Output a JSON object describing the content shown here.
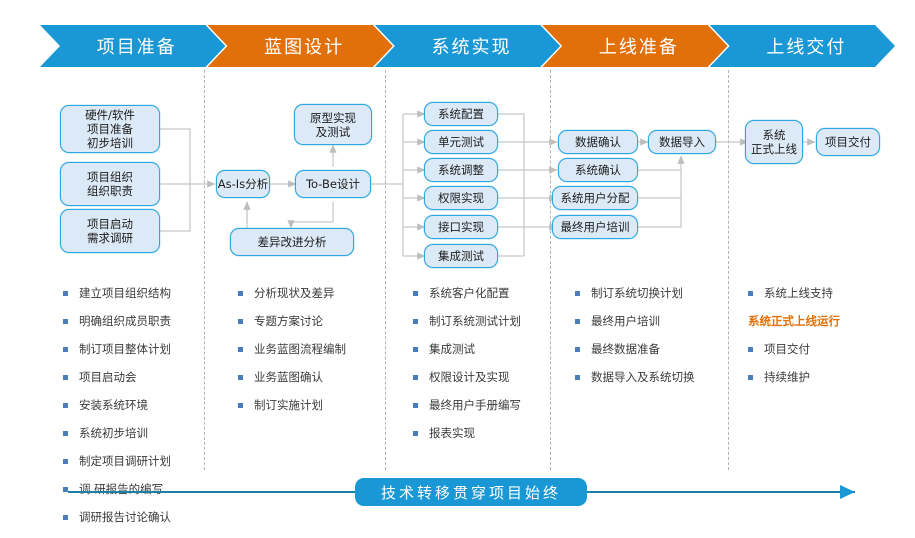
{
  "phases": [
    {
      "label": "项目准备",
      "color": "#1a98d5",
      "style": "blue"
    },
    {
      "label": "蓝图设计",
      "color": "#e2700a",
      "style": "orange"
    },
    {
      "label": "系统实现",
      "color": "#1a98d5",
      "style": "blue"
    },
    {
      "label": "上线准备",
      "color": "#e2700a",
      "style": "orange"
    },
    {
      "label": "上线交付",
      "color": "#1a98d5",
      "style": "blue"
    }
  ],
  "boxes": {
    "c1": [
      {
        "lines": [
          "硬件/软件",
          "项目准备",
          "初步培训"
        ]
      },
      {
        "lines": [
          "项目组织",
          "组织职责"
        ]
      },
      {
        "lines": [
          "项目启动",
          "需求调研"
        ]
      }
    ],
    "c2": {
      "prototype": {
        "lines": [
          "原型实现",
          "及测试"
        ]
      },
      "asis": {
        "lines": [
          "As-Is分析"
        ]
      },
      "tobe": {
        "lines": [
          "To-Be设计"
        ]
      },
      "gap": {
        "lines": [
          "差异改进分析"
        ]
      }
    },
    "c3": [
      {
        "lines": [
          "系统配置"
        ]
      },
      {
        "lines": [
          "单元测试"
        ]
      },
      {
        "lines": [
          "系统调整"
        ]
      },
      {
        "lines": [
          "权限实现"
        ]
      },
      {
        "lines": [
          "接口实现"
        ]
      },
      {
        "lines": [
          "集成测试"
        ]
      }
    ],
    "c4": [
      {
        "lines": [
          "数据确认"
        ]
      },
      {
        "lines": [
          "系统确认"
        ]
      },
      {
        "lines": [
          "系统用户分配"
        ]
      },
      {
        "lines": [
          "最终用户培训"
        ]
      }
    ],
    "c4b": {
      "lines": [
        "数据导入"
      ]
    },
    "c5": [
      {
        "lines": [
          "系统",
          "正式上线"
        ]
      },
      {
        "lines": [
          "项目交付"
        ]
      }
    ]
  },
  "bullets": {
    "col1": [
      {
        "text": "建立项目组织结构",
        "highlight": false
      },
      {
        "text": "明确组织成员职责",
        "highlight": false
      },
      {
        "text": "制订项目整体计划",
        "highlight": false
      },
      {
        "text": "项目启动会",
        "highlight": false
      },
      {
        "text": "安装系统环境",
        "highlight": false
      },
      {
        "text": "系统初步培训",
        "highlight": false
      },
      {
        "text": "制定项目调研计划",
        "highlight": false
      },
      {
        "text": "调 研报告的编写",
        "highlight": false
      },
      {
        "text": "调研报告讨论确认",
        "highlight": false
      }
    ],
    "col2": [
      {
        "text": "分析现状及差异",
        "highlight": false
      },
      {
        "text": "专题方案讨论",
        "highlight": false
      },
      {
        "text": "业务蓝图流程编制",
        "highlight": false
      },
      {
        "text": "业务蓝图确认",
        "highlight": false
      },
      {
        "text": "制订实施计划",
        "highlight": false
      }
    ],
    "col3": [
      {
        "text": "系统客户化配置",
        "highlight": false
      },
      {
        "text": "制订系统测试计划",
        "highlight": false
      },
      {
        "text": "集成测试",
        "highlight": false
      },
      {
        "text": "权限设计及实现",
        "highlight": false
      },
      {
        "text": "最终用户手册编写",
        "highlight": false
      },
      {
        "text": "报表实现",
        "highlight": false
      }
    ],
    "col4": [
      {
        "text": "制订系统切换计划",
        "highlight": false
      },
      {
        "text": "最终用户培训",
        "highlight": false
      },
      {
        "text": "最终数据准备",
        "highlight": false
      },
      {
        "text": "数据导入及系统切换",
        "highlight": false
      }
    ],
    "col5": [
      {
        "text": "系统上线支持",
        "highlight": false
      },
      {
        "text": "系统正式上线运行",
        "highlight": true
      },
      {
        "text": "项目交付",
        "highlight": false
      },
      {
        "text": "持续维护",
        "highlight": false
      }
    ]
  },
  "footer": {
    "label": "技术转移贯穿项目始终"
  },
  "colors": {
    "blue": "#1a98d5",
    "orange": "#e2700a",
    "box_fill": "#dce9f6",
    "box_border": "#2aa8dd",
    "bullet": "#4a7ebb",
    "wire": "#bfbfbf",
    "divider": "#b3b3b3"
  }
}
